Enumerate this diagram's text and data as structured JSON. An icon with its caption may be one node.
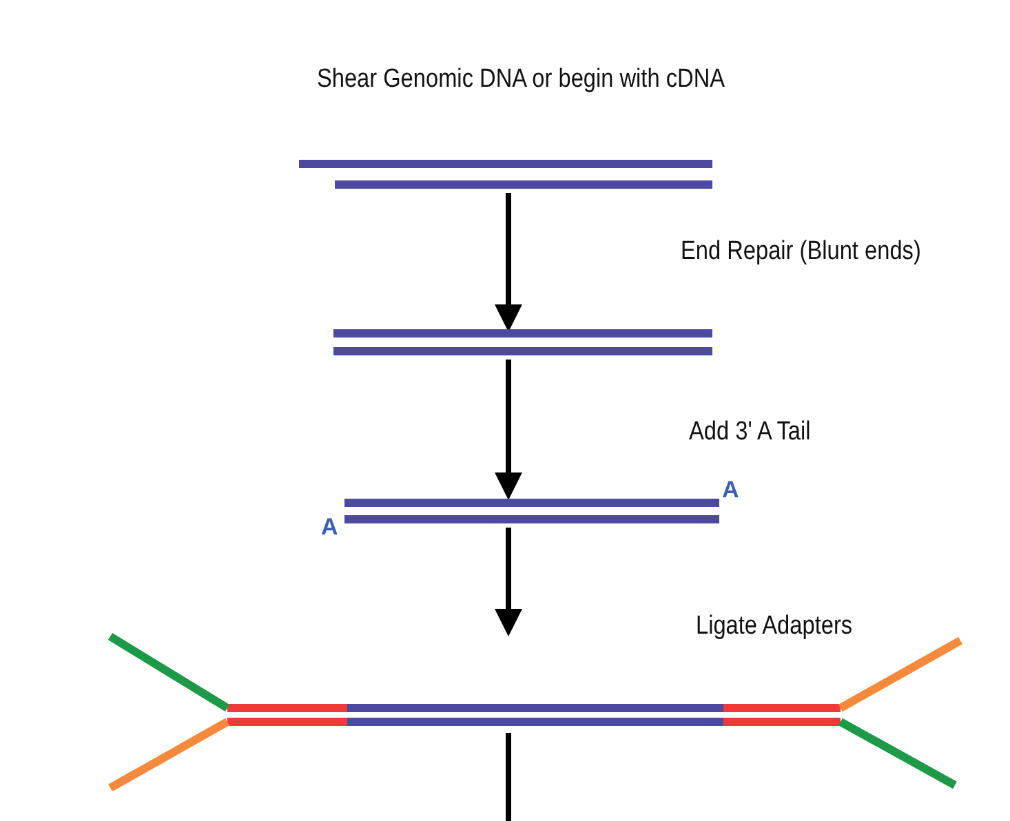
{
  "diagram": {
    "title": "Shear Genomic DNA or begin with cDNA",
    "nodes": [
      {
        "text": [],
        "shape": "bar"
      },
      {
        "text": [],
        "shape": "bar"
      },
      {
        "text": [],
        "shape": "bar"
      },
      {
        "text": [],
        "shape": "bar"
      }
    ],
    "edges": [
      {
        "from": 0,
        "to": 1,
        "arrow": "to"
      },
      {
        "from": 1,
        "to": 2,
        "arrow": "to"
      },
      {
        "from": 2,
        "to": 3,
        "arrow": "to"
      },
      {
        "from": 3,
        "to": null,
        "arrow": "none"
      }
    ],
    "labels": [
      "End Repair (Blunt ends)",
      "Add 3' A Tail",
      "A",
      "A",
      "Ligate Adapters"
    ]
  }
}
